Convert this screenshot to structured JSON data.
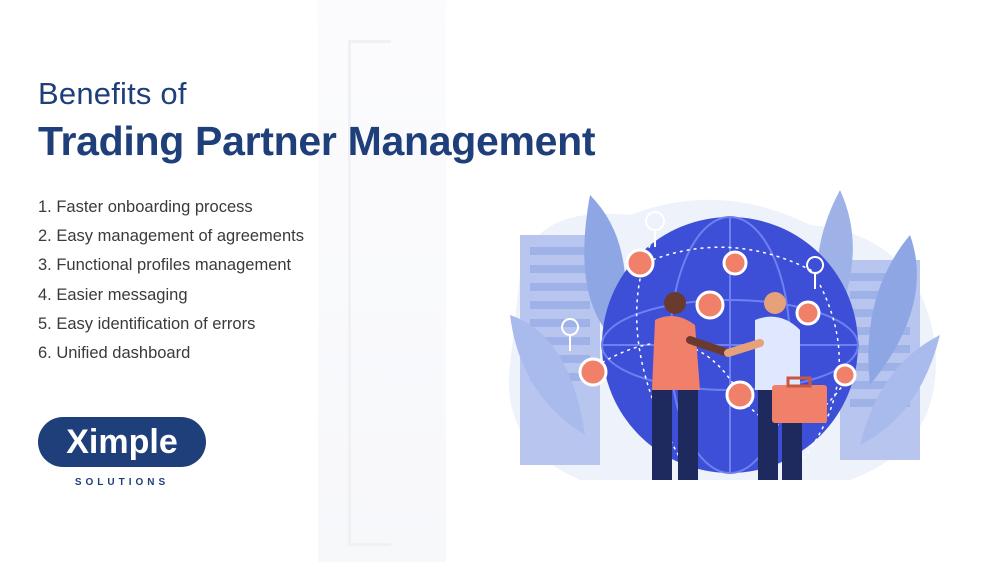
{
  "heading": {
    "line1": "Benefits of",
    "line2": "Trading Partner Management"
  },
  "benefits": [
    "1. Faster onboarding process",
    "2. Easy management of agreements",
    "3. Functional profiles management",
    "4. Easier messaging",
    "5. Easy identification of errors",
    "6. Unified dashboard"
  ],
  "logo": {
    "brand": "Ximple",
    "tagline": "SOLUTIONS"
  },
  "colors": {
    "brand_navy": "#1f3f7a",
    "text_gray": "#3a3a3a",
    "globe_blue": "#3d4fd6",
    "leaf_light": "#c8d4f2",
    "accent_coral": "#f0806a"
  },
  "illustration": {
    "description_icons": [
      "globe-icon",
      "handshake-icon",
      "user-pin-icon",
      "location-pin-icon",
      "briefcase-icon"
    ]
  }
}
